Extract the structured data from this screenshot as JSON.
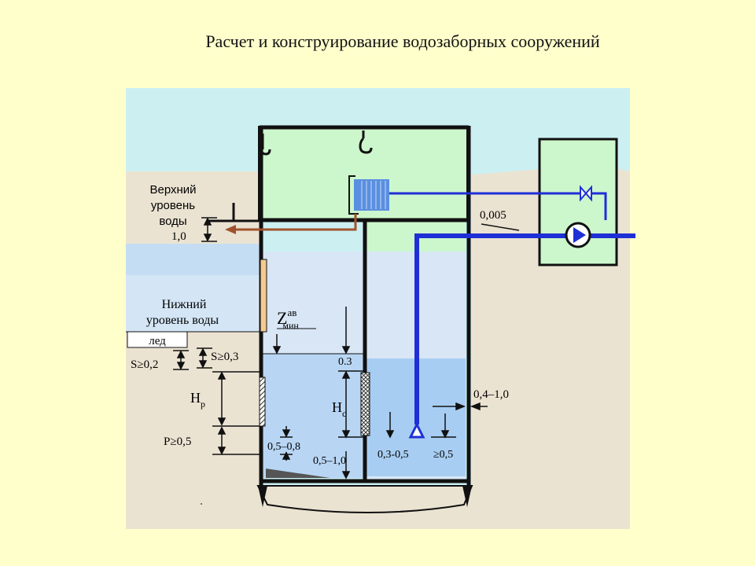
{
  "title": "Расчет и конструирование водозаборных сооружений",
  "labels": {
    "upper_level_line1": "Верхний",
    "upper_level_line2": "уровень",
    "upper_level_line3": "воды",
    "upper_gap": "1,0",
    "lower_level_line1": "Нижний",
    "lower_level_line2": "уровень воды",
    "ice": "лед",
    "s_ge_03": "S≥0,3",
    "s_ge_02": "S≥0,2",
    "hp_main": "H",
    "hp_sub": "р",
    "p_ge_05": "P≥0,5",
    "gap_05_08": "0,5–0,8",
    "gap_05_10": "0,5–1,0",
    "gap_03_05": "0,3-0,5",
    "ge_05": "≥0,5",
    "z_main": "Z",
    "z_sup": "ав",
    "z_sub": "мин",
    "hc_main": "H",
    "hc_sub": "с",
    "level_03": "0.3",
    "slope_0005": "0,005",
    "gap_04_10": "0,4–1,0"
  }
}
